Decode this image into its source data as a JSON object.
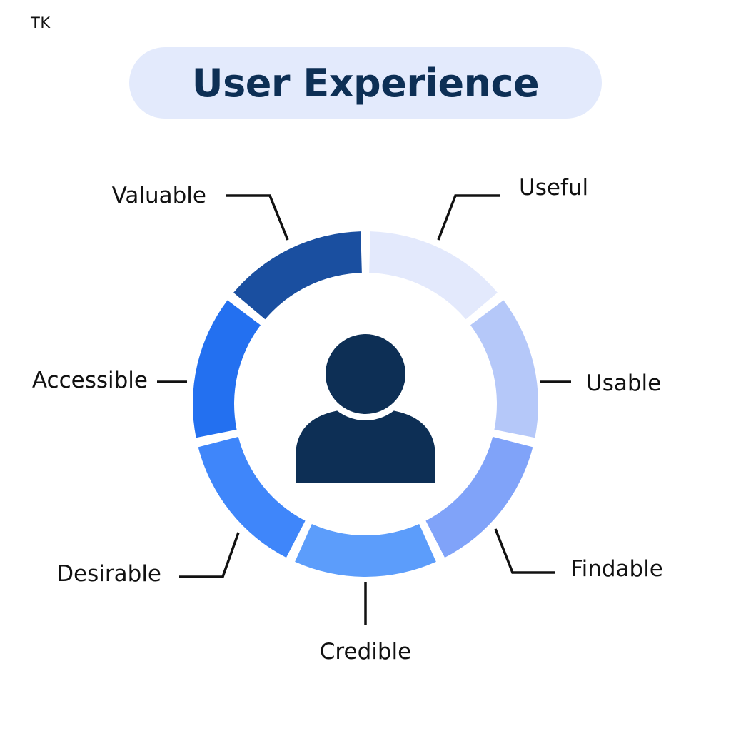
{
  "logo": "TK",
  "title": "User Experience",
  "colors": {
    "title_bg": "#e3eafc",
    "title_text": "#0d2f55",
    "avatar": "#0d2f55",
    "connector": "#111111"
  },
  "segments": [
    {
      "label": "Useful",
      "color": "#e3e9fc"
    },
    {
      "label": "Usable",
      "color": "#b5c8f9"
    },
    {
      "label": "Findable",
      "color": "#80a3f9"
    },
    {
      "label": "Credible",
      "color": "#5c9dfb"
    },
    {
      "label": "Desirable",
      "color": "#3f86fa"
    },
    {
      "label": "Accessible",
      "color": "#2370f0"
    },
    {
      "label": "Valuable",
      "color": "#1a4fa0"
    }
  ],
  "center_icon": "user-icon"
}
